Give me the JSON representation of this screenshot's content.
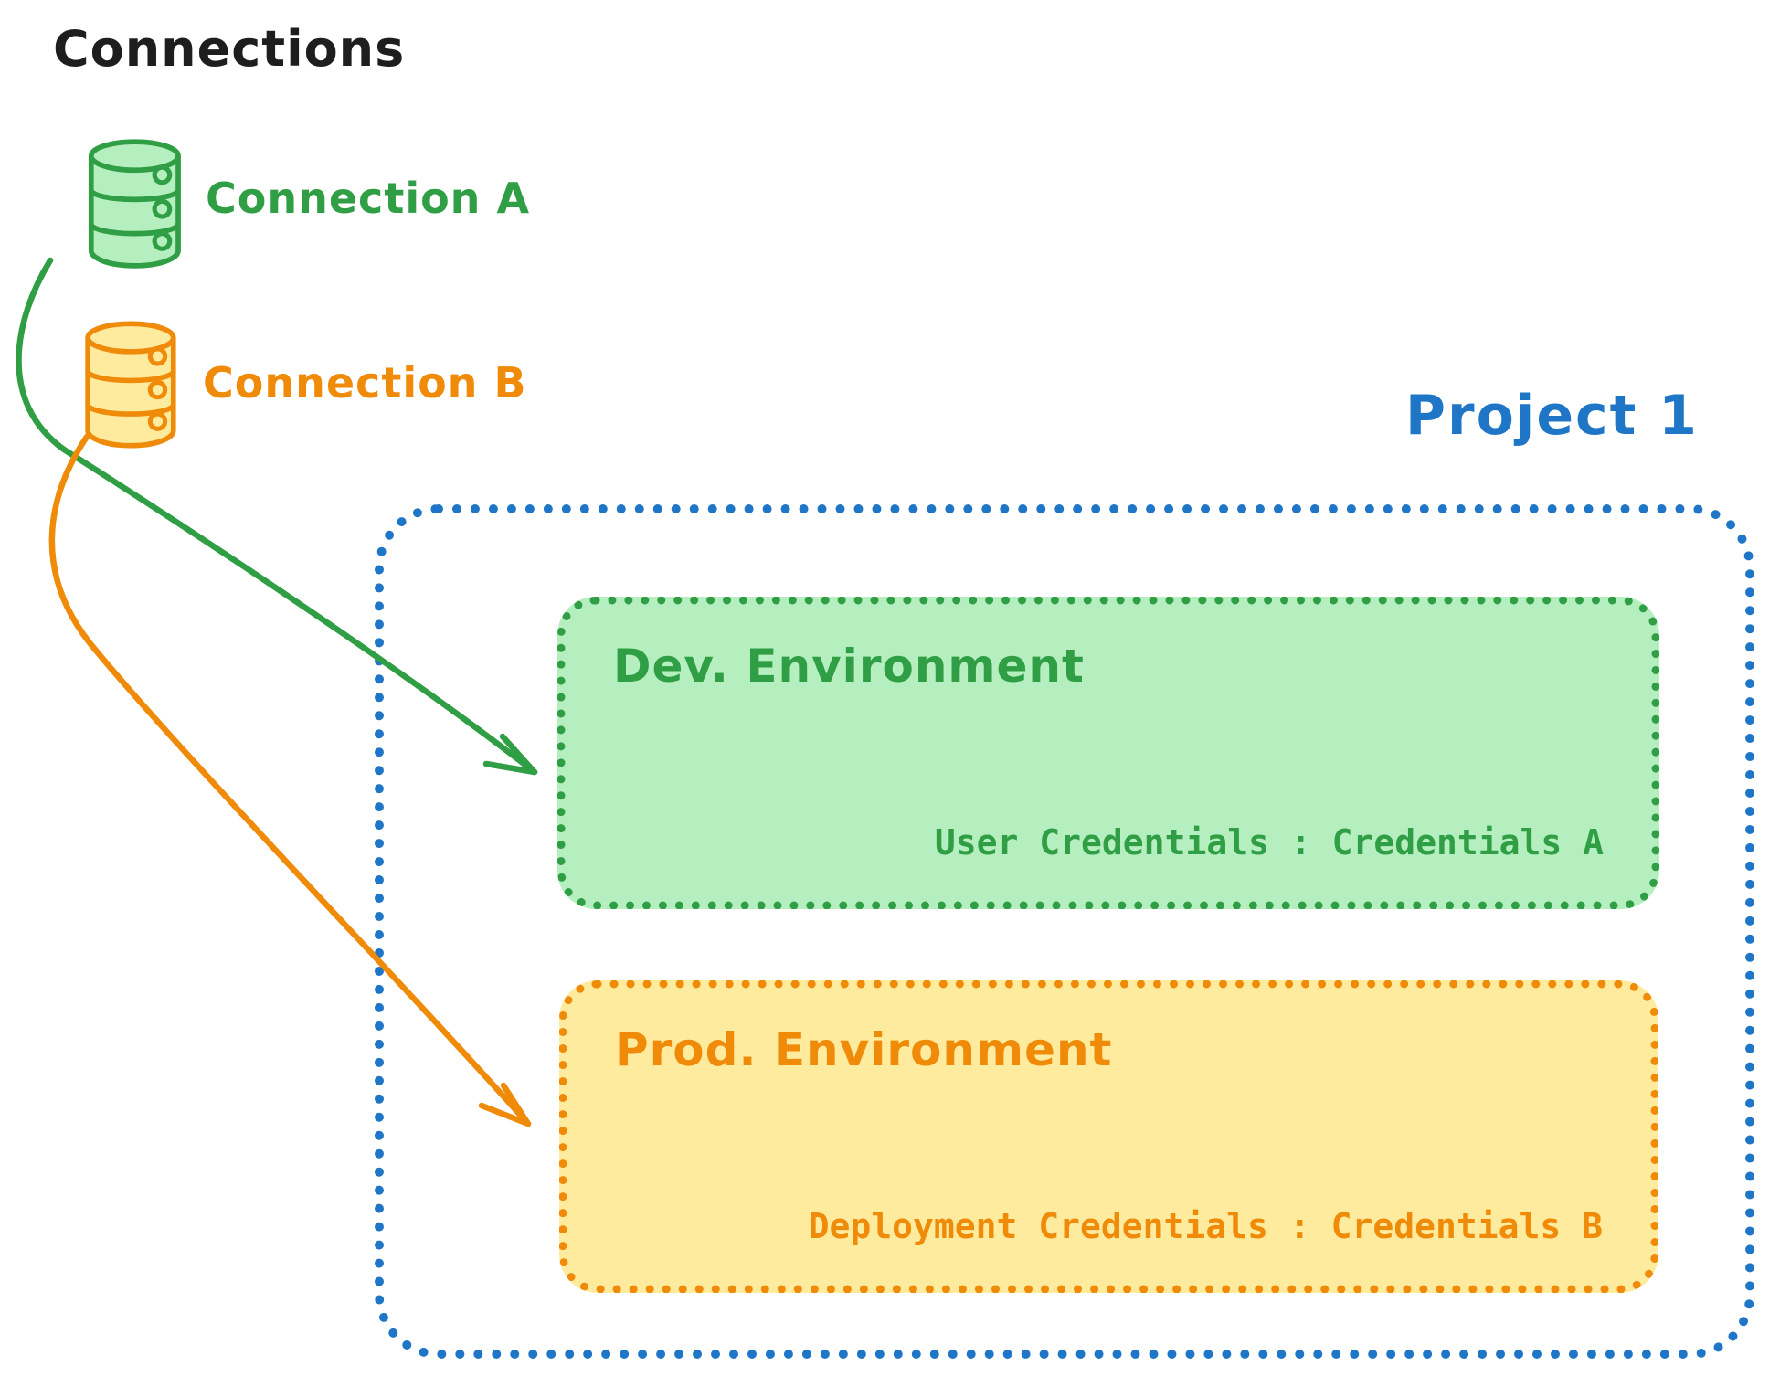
{
  "header": {
    "title": "Connections"
  },
  "connections": [
    {
      "label": "Connection A",
      "color": "#2f9e44",
      "fill": "#b6efbf",
      "icon": "database-icon"
    },
    {
      "label": "Connection B",
      "color": "#ef8b09",
      "fill": "#ffeb9e",
      "icon": "database-icon"
    }
  ],
  "project": {
    "label": "Project 1",
    "color": "#1f76c7",
    "environments": [
      {
        "title": "Dev. Environment",
        "credentials": "User Credentials : Credentials A",
        "color": "#2f9e44",
        "fill": "#b6efbf",
        "linked_connection": "Connection A"
      },
      {
        "title": "Prod. Environment",
        "credentials": "Deployment Credentials : Credentials B",
        "color": "#ef8b09",
        "fill": "#ffeb9e",
        "linked_connection": "Connection B"
      }
    ]
  },
  "colors": {
    "title_text": "#1e1e1e",
    "green": "#2f9e44",
    "green_fill": "#b6efbf",
    "orange": "#ef8b09",
    "orange_fill": "#ffeb9e",
    "blue": "#1f76c7",
    "background": "#ffffff"
  }
}
